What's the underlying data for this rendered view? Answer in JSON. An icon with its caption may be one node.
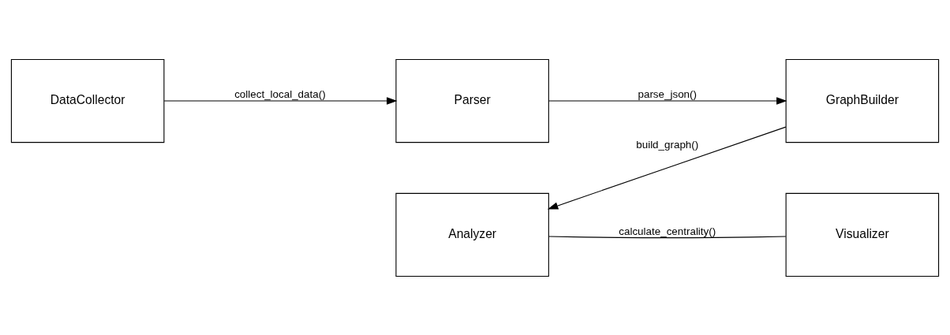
{
  "diagram": {
    "nodes": [
      {
        "text": [
          "DataCollector"
        ]
      },
      {
        "text": [
          "Parser"
        ]
      },
      {
        "text": [
          "GraphBuilder"
        ]
      },
      {
        "text": [
          "Analyzer"
        ]
      },
      {
        "text": [
          "Visualizer"
        ]
      }
    ],
    "edges": [
      {
        "from": 0,
        "to": 1,
        "arrow": "to",
        "label": "collect_local_data()"
      },
      {
        "from": 1,
        "to": 2,
        "arrow": "to",
        "label": "parse_json()"
      },
      {
        "from": 2,
        "to": 3,
        "arrow": "to",
        "label": "build_graph()"
      },
      {
        "from": 3,
        "to": 4,
        "arrow": "none",
        "label": "calculate_centrality()"
      }
    ]
  }
}
